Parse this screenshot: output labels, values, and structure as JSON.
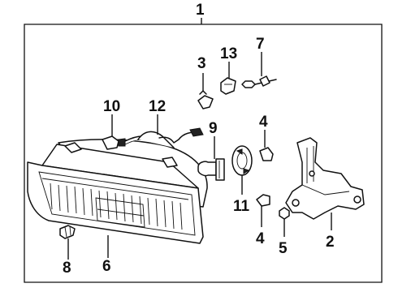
{
  "diagram": {
    "frame_label": "1",
    "callouts": [
      {
        "id": "2",
        "part": "mounting-bracket"
      },
      {
        "id": "3",
        "part": "adjuster-clip"
      },
      {
        "id": "4",
        "part": "retainer-upper"
      },
      {
        "id": "4",
        "part": "retainer-lower"
      },
      {
        "id": "5",
        "part": "nut"
      },
      {
        "id": "6",
        "part": "headlamp-assembly"
      },
      {
        "id": "7",
        "part": "adjusting-screw"
      },
      {
        "id": "8",
        "part": "side-marker-bulb"
      },
      {
        "id": "9",
        "part": "headlamp-bulb"
      },
      {
        "id": "10",
        "part": "small-bulb-socket"
      },
      {
        "id": "11",
        "part": "retaining-ring"
      },
      {
        "id": "12",
        "part": "wiring-harness"
      },
      {
        "id": "13",
        "part": "pivot-clip"
      }
    ]
  }
}
